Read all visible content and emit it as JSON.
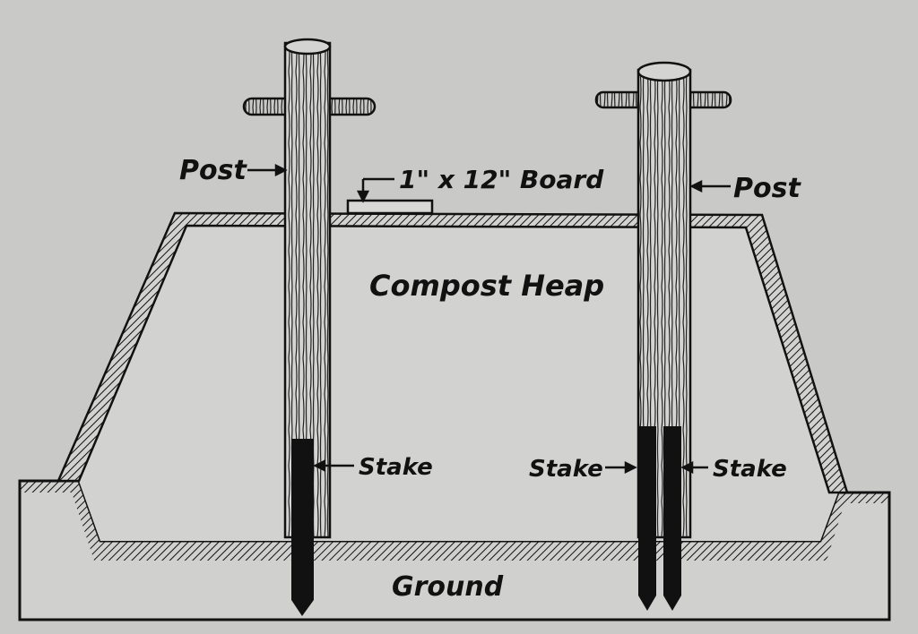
{
  "labels": {
    "post_left": "Post",
    "board": "1\" x 12\" Board",
    "post_right": "Post",
    "heap": "Compost Heap",
    "stake_left": "Stake",
    "stake_right_a": "Stake",
    "stake_right_b": "Stake",
    "ground": "Ground"
  }
}
